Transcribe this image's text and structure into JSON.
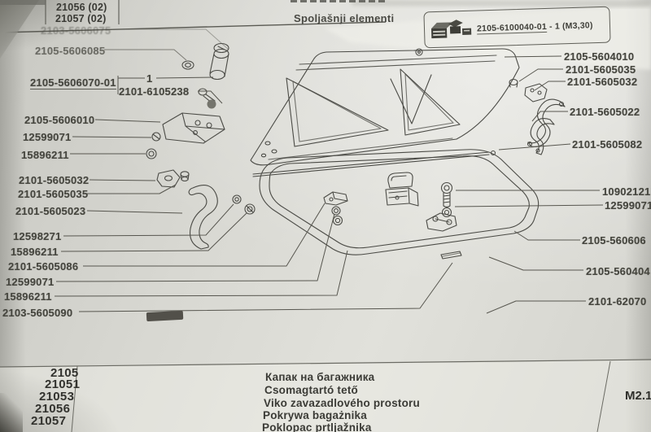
{
  "header": {
    "top_codes": [
      "21056 (02)",
      "21057 (02)"
    ],
    "section_title": "Spoljašnji elementi"
  },
  "ref_box": {
    "part_number": "2105-6100040-01",
    "suffix": "- 1  (M3,30)"
  },
  "diagram": {
    "left_labels": [
      "2103-5606075",
      "2105-5606085",
      "2105-5606070-01",
      "1",
      "2101-6105238",
      "2105-5606010",
      "12599071",
      "15896211",
      "2101-5605032",
      "2101-5605035",
      "2101-5605023",
      "12598271",
      "15896211",
      "2101-5605086",
      "12599071",
      "15896211",
      "2103-5605090"
    ],
    "right_labels": [
      "2105-5604010",
      "2101-5605035",
      "2101-5605032",
      "2101-5605022",
      "2101-5605082",
      "10902121",
      "12599071",
      "2105-560606",
      "2105-560404",
      "2101-62070"
    ]
  },
  "footer": {
    "model_codes": [
      "2105",
      "21051",
      "21053",
      "21056",
      "21057"
    ],
    "part_names": [
      "Капак на багажника",
      "Csomagtartó tető",
      "Viko zavazadlového prostoru",
      "Pokrywa bagażnika",
      "Poklopac prtljažnika"
    ],
    "page_ref": "M2.1"
  },
  "colors": {
    "paper": "#d8d8d2",
    "ink": "#4b4b46",
    "text": "#44443f"
  }
}
